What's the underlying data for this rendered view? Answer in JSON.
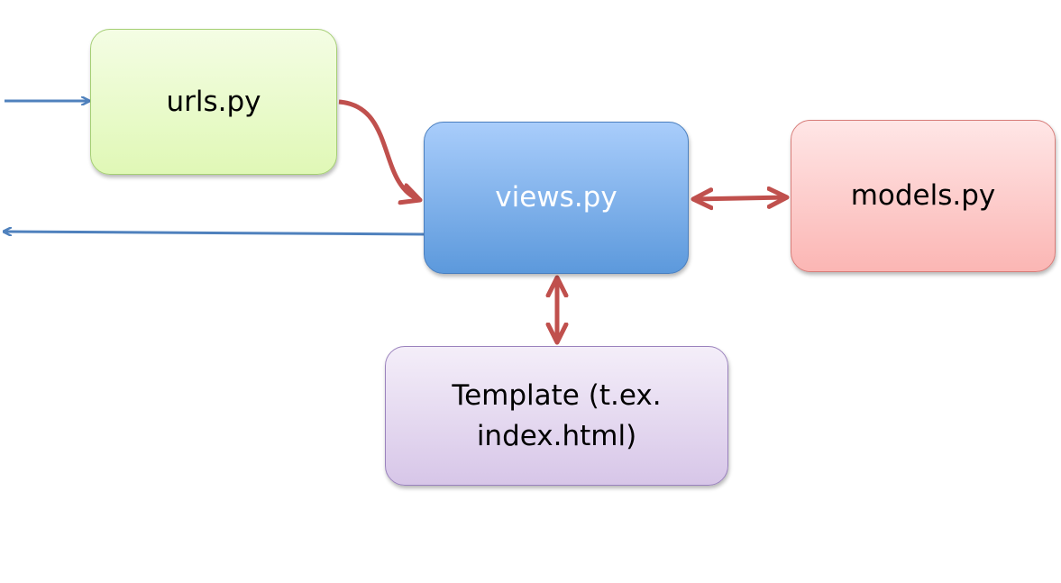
{
  "diagram": {
    "nodes": [
      {
        "id": "urls",
        "label": "urls.py"
      },
      {
        "id": "views",
        "label": "views.py"
      },
      {
        "id": "models",
        "label": "models.py"
      },
      {
        "id": "template",
        "label": "Template (t.ex. index.html)"
      }
    ],
    "edges": [
      {
        "from": "external",
        "to": "urls",
        "direction": "forward",
        "color": "#4f81bd"
      },
      {
        "from": "urls",
        "to": "views",
        "direction": "forward",
        "color": "#c0504d"
      },
      {
        "from": "views",
        "to": "models",
        "direction": "both",
        "color": "#c0504d"
      },
      {
        "from": "views",
        "to": "template",
        "direction": "both",
        "color": "#c0504d"
      },
      {
        "from": "views",
        "to": "external",
        "direction": "forward",
        "color": "#4f81bd"
      }
    ]
  },
  "colors": {
    "request_arrow": "#4f81bd",
    "internal_arrow": "#c0504d",
    "urls_fill": "#e0f8b6",
    "views_fill": "#5c99dc",
    "models_fill": "#fbb6b4",
    "template_fill": "#d7c6e8"
  }
}
